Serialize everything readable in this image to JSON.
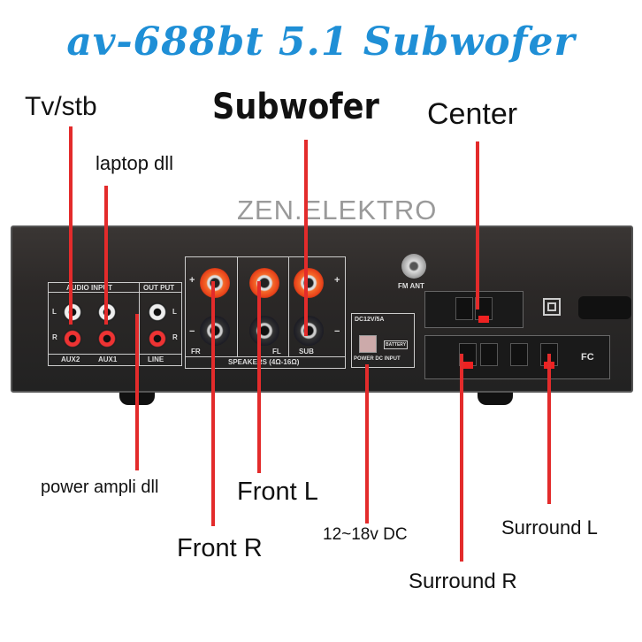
{
  "title": "av-688bt 5.1 Subwofer",
  "watermark": "ZEN.ELEKTRO",
  "callouts": {
    "tv_stb": "Tv/stb",
    "laptop": "laptop dll",
    "subwoofer": "Subwofer",
    "center": "Center",
    "power_ampli": "power ampli dll",
    "front_l": "Front L",
    "front_r": "Front R",
    "dc_input": "12~18v DC",
    "surround_l": "Surround L",
    "surround_r": "Surround R"
  },
  "panel": {
    "audio_input": "AUDIO INPUT",
    "output": "OUT PUT",
    "l": "L",
    "r": "R",
    "aux2": "AUX2",
    "aux1": "AUX1",
    "line": "LINE",
    "speakers": "SPEAKERS (4Ω-16Ω)",
    "fr": "FR",
    "fl": "FL",
    "sub": "SUB",
    "plus": "+",
    "minus": "−",
    "fm_ant": "FM ANT",
    "dc_rating": "DC12V/5A",
    "battery": "BATTERY",
    "power_dc_input": "POWER DC INPUT",
    "fc": "FC"
  },
  "colors": {
    "title": "#1f8fd6",
    "callout_line": "#e32b2b"
  }
}
